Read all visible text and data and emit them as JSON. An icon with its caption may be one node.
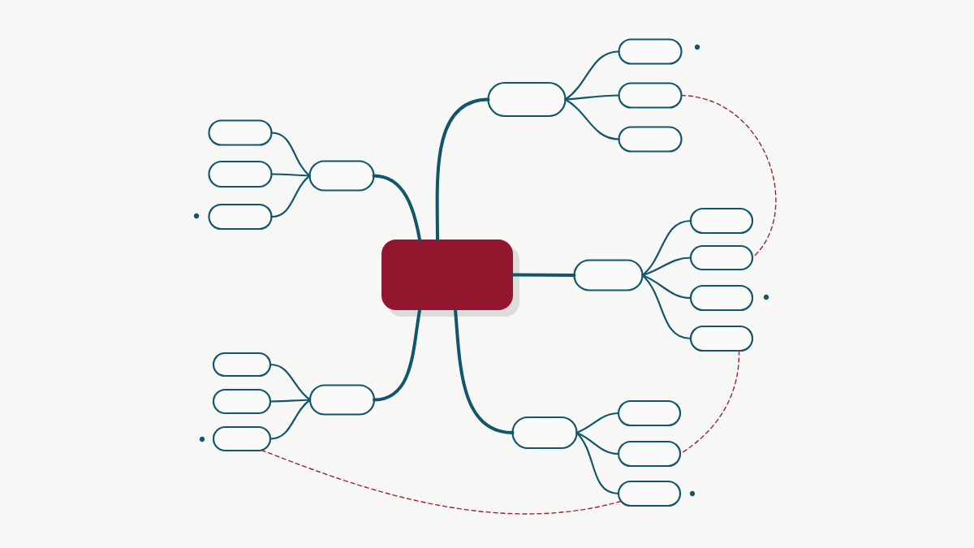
{
  "diagram": {
    "nodes": [
      {
        "text": [],
        "shape": "box"
      },
      {
        "text": [],
        "shape": "box"
      },
      {
        "text": [],
        "shape": "box"
      },
      {
        "text": [],
        "shape": "box"
      },
      {
        "text": [],
        "shape": "box"
      },
      {
        "text": [],
        "shape": "box"
      },
      {
        "text": [],
        "shape": "box"
      },
      {
        "text": [],
        "shape": "box"
      },
      {
        "text": [],
        "shape": "box"
      },
      {
        "text": [],
        "shape": "box"
      },
      {
        "text": [],
        "shape": "box"
      },
      {
        "text": [],
        "shape": "box"
      },
      {
        "text": [],
        "shape": "box"
      },
      {
        "text": [],
        "shape": "box"
      },
      {
        "text": [],
        "shape": "box"
      },
      {
        "text": [],
        "shape": "box"
      },
      {
        "text": [],
        "shape": "box"
      },
      {
        "text": [],
        "shape": "box"
      },
      {
        "text": [],
        "shape": "box"
      },
      {
        "text": [],
        "shape": "box"
      },
      {
        "text": [],
        "shape": "box"
      },
      {
        "text": [],
        "shape": "box"
      }
    ],
    "edges": [
      {
        "from": 0,
        "to": 1,
        "arrow": "none",
        "style": "thick"
      },
      {
        "from": 0,
        "to": 2,
        "arrow": "none",
        "style": "thick"
      },
      {
        "from": 0,
        "to": 3,
        "arrow": "none",
        "style": "thick"
      },
      {
        "from": 0,
        "to": 4,
        "arrow": "none",
        "style": "thick"
      },
      {
        "from": 0,
        "to": 5,
        "arrow": "none",
        "style": "thick"
      },
      {
        "from": 1,
        "to": 6,
        "arrow": "none"
      },
      {
        "from": 1,
        "to": 7,
        "arrow": "none"
      },
      {
        "from": 1,
        "to": 8,
        "arrow": "none"
      },
      {
        "from": 2,
        "to": 9,
        "arrow": "none"
      },
      {
        "from": 2,
        "to": 10,
        "arrow": "none"
      },
      {
        "from": 2,
        "to": 11,
        "arrow": "none"
      },
      {
        "from": 3,
        "to": 12,
        "arrow": "none"
      },
      {
        "from": 3,
        "to": 13,
        "arrow": "none"
      },
      {
        "from": 3,
        "to": 14,
        "arrow": "none"
      },
      {
        "from": 3,
        "to": 15,
        "arrow": "none"
      },
      {
        "from": 4,
        "to": 16,
        "arrow": "none"
      },
      {
        "from": 4,
        "to": 17,
        "arrow": "none"
      },
      {
        "from": 4,
        "to": 18,
        "arrow": "none"
      },
      {
        "from": 5,
        "to": 19,
        "arrow": "none"
      },
      {
        "from": 5,
        "to": 20,
        "arrow": "none"
      },
      {
        "from": 5,
        "to": 21,
        "arrow": "none"
      },
      {
        "from": 7,
        "to": 13,
        "arrow": "none",
        "style": "dashed",
        "color": "#9c2443"
      },
      {
        "from": 15,
        "to": 20,
        "arrow": "none",
        "style": "dashed",
        "color": "#9c2443"
      },
      {
        "from": 18,
        "to": 21,
        "arrow": "none",
        "style": "dashed",
        "color": "#9c2443"
      }
    ]
  }
}
